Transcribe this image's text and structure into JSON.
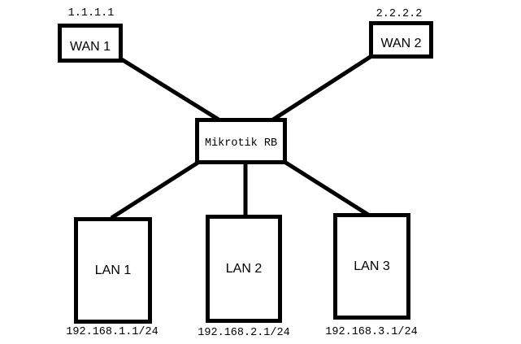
{
  "diagram": {
    "colors": {
      "stroke": "#000000",
      "background": "#ffffff",
      "text": "#000000"
    },
    "nodes": {
      "wan1": {
        "label": "WAN 1",
        "ip": "1.1.1.1"
      },
      "wan2": {
        "label": "WAN 2",
        "ip": "2.2.2.2"
      },
      "router": {
        "label": "Mikrotik RB"
      },
      "lan1": {
        "label": "LAN 1",
        "ip": "192.168.1.1/24"
      },
      "lan2": {
        "label": "LAN 2",
        "ip": "192.168.2.1/24"
      },
      "lan3": {
        "label": "LAN 3",
        "ip": "192.168.3.1/24"
      }
    },
    "edges": [
      {
        "from": "wan1",
        "to": "router"
      },
      {
        "from": "wan2",
        "to": "router"
      },
      {
        "from": "router",
        "to": "lan1"
      },
      {
        "from": "router",
        "to": "lan2"
      },
      {
        "from": "router",
        "to": "lan3"
      }
    ]
  }
}
